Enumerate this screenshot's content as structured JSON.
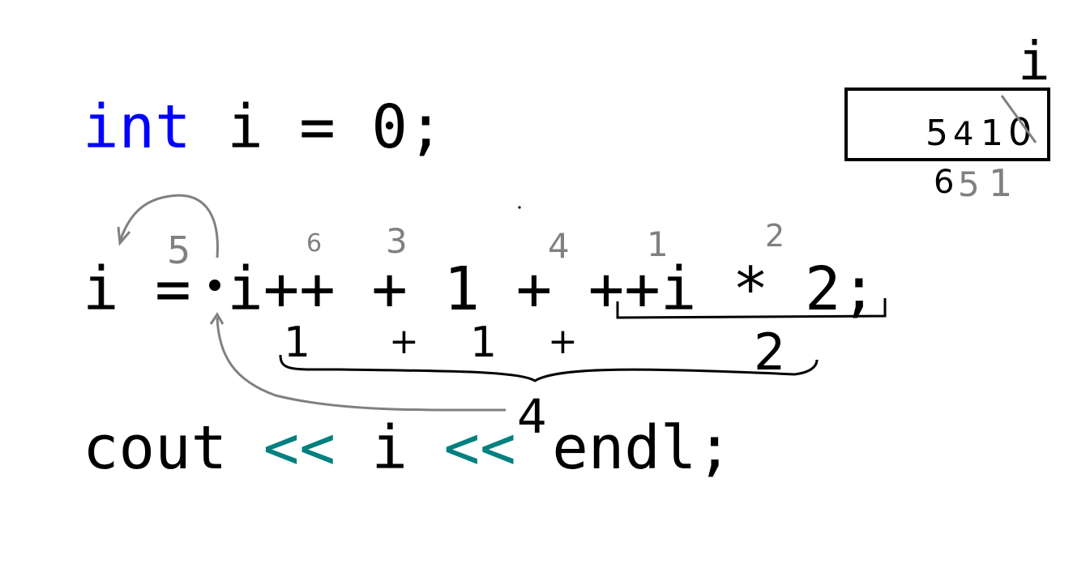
{
  "colors": {
    "keyword": "#0000ff",
    "operator": "#008080",
    "text": "#000000",
    "annotation": "#808080"
  },
  "code": {
    "line1": {
      "keyword": "int",
      "rest": " i = 0;"
    },
    "line2": {
      "text": "i = i++ + 1 + ++i * 2;"
    },
    "line3": {
      "part1": "cout ",
      "op1": "<<",
      "part2": " i ",
      "op2": "<<",
      "part3": " endl;"
    }
  },
  "variable_box": {
    "label": "i",
    "values_inside": [
      "5",
      "4",
      "1",
      "0"
    ],
    "values_below": [
      "6",
      "5",
      "1"
    ]
  },
  "annotations": {
    "order": {
      "assign": "5",
      "post_increment": "6",
      "first_plus": "3",
      "second_plus": "4",
      "pre_increment": "1",
      "multiply": "2"
    },
    "partial_values": {
      "post_increment": "1",
      "plus_a": "+",
      "one": "1",
      "plus_b": "+",
      "product": "2"
    },
    "sum": "4"
  }
}
